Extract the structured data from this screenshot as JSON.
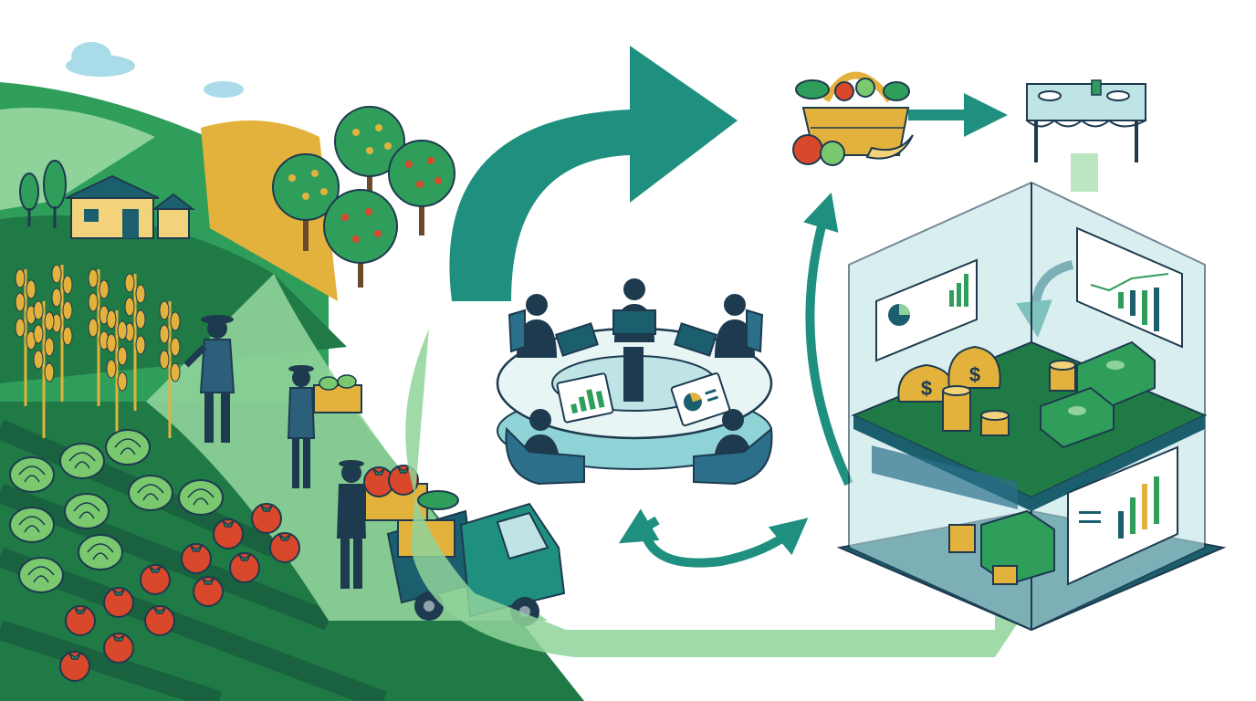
{
  "illustration": {
    "sections": [
      "farm-fields",
      "orchard",
      "harvest-workers",
      "delivery-truck",
      "planning-meeting",
      "food-basket",
      "dining-table",
      "finance-building"
    ],
    "icons": [
      "farmer-icon",
      "tree-icon",
      "house-icon",
      "truck-icon",
      "basket-icon",
      "table-icon",
      "money-bag-icon",
      "coin-icon",
      "cash-stack-icon",
      "bar-chart-icon",
      "pie-chart-icon",
      "laptop-icon",
      "cycle-arrow-icon"
    ],
    "money_symbol": "$",
    "colors": {
      "teal": "#1f8f7f",
      "dark_teal": "#1b5f6e",
      "navy": "#1d3a4f",
      "green": "#2f9e5b",
      "light_green": "#8fd39a",
      "field_green": "#1f7a45",
      "gold": "#e3b23c",
      "tomato": "#d9482b",
      "glass": "#bfe4e6",
      "sky": "#a9dbe8",
      "white": "#ffffff"
    }
  }
}
